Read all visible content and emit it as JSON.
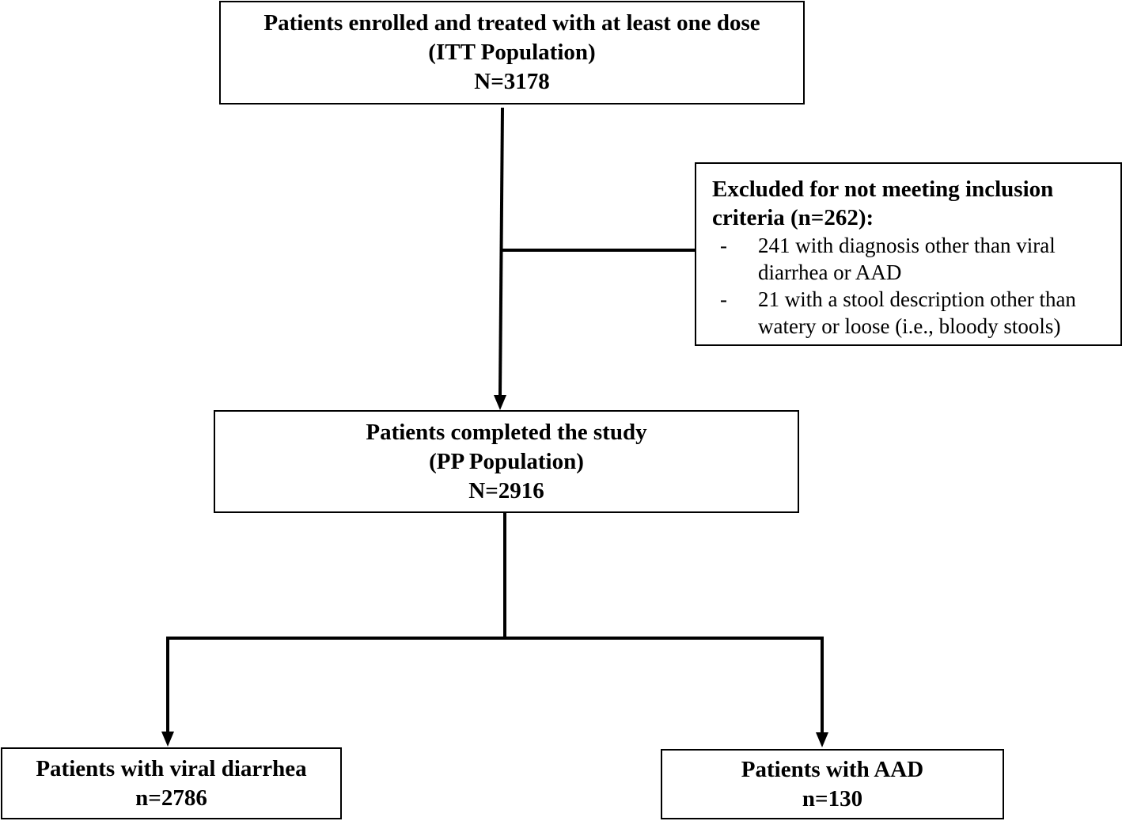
{
  "flowchart": {
    "itt_box": {
      "lines": [
        "Patients enrolled and treated with at least one dose",
        "(ITT Population)",
        "N=3178"
      ]
    },
    "excluded_box": {
      "heading_lines": [
        "Excluded for not meeting inclusion",
        "criteria (n=262):"
      ],
      "items": [
        {
          "bullet": "-",
          "lines": [
            "241 with diagnosis other than viral",
            "diarrhea or AAD"
          ]
        },
        {
          "bullet": "-",
          "lines": [
            "21 with a stool description other than",
            "watery or loose (i.e., bloody stools)"
          ]
        }
      ]
    },
    "pp_box": {
      "lines": [
        "Patients completed the study",
        "(PP Population)",
        "N=2916"
      ]
    },
    "viral_box": {
      "lines": [
        "Patients with viral diarrhea",
        "n=2786"
      ]
    },
    "aad_box": {
      "lines": [
        "Patients with AAD",
        "n=130"
      ]
    },
    "colors": {
      "line": "#000000",
      "box_border": "#000000",
      "background": "#ffffff"
    }
  }
}
